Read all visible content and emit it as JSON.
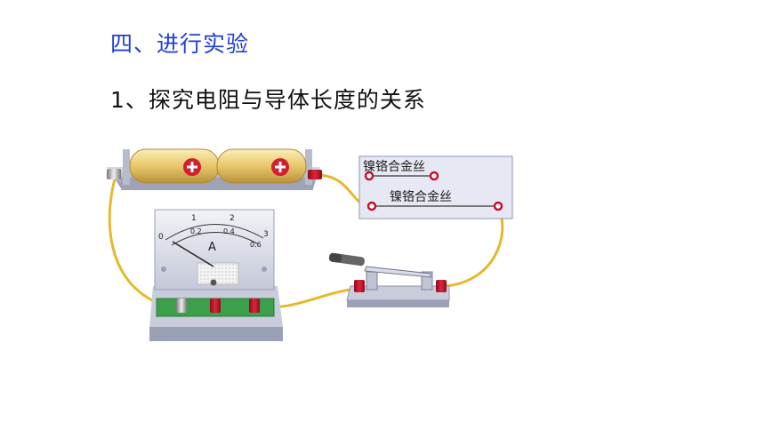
{
  "slide": {
    "heading": "四、进行实验",
    "subheading": "1、探究电阻与导体长度的关系"
  },
  "apparatus": {
    "wire_top_label": "镍铬合金丝",
    "wire_bottom_label": "镍铬合金丝",
    "ammeter": {
      "unit": "A",
      "scale_top": [
        "0",
        "1",
        "2",
        "3"
      ],
      "scale_bottom": [
        "0.2",
        "0.4",
        "0.6"
      ]
    },
    "battery_symbols": [
      "⊕",
      "⊕"
    ]
  },
  "colors": {
    "heading": "#1f3fd6",
    "battery": "#e8c66a",
    "wire": "#e6b82e",
    "terminal_red": "#c8102e",
    "panel": "#e6e9f4",
    "base_green": "#3aa14a"
  }
}
